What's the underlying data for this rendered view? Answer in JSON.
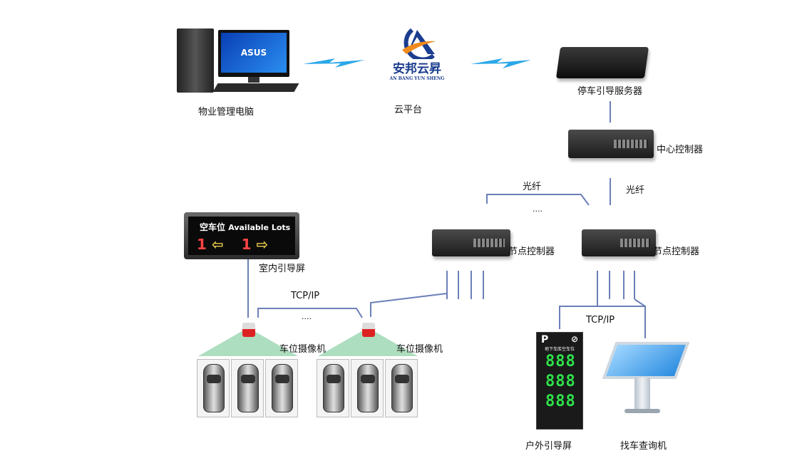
{
  "nodes": {
    "pc": "物业管理电脑",
    "cloud": "云平台",
    "server": "停车引导服务器",
    "center_controller": "中心控制器",
    "node_controller_left": "节点控制器",
    "node_controller_right": "节点控制器",
    "indoor_screen": "室内引导屏",
    "camera_left": "车位摄像机",
    "camera_right": "车位摄像机",
    "outdoor_screen": "户外引导屏",
    "kiosk": "找车查询机"
  },
  "links": {
    "fiber_top": "光纤",
    "fiber_right": "光纤",
    "ellipsis_fiber": "....",
    "tcpip_left": "TCP/IP",
    "ellipsis_cameras": "....",
    "tcpip_right": "TCP/IP"
  },
  "logo": {
    "name_cn": "安邦云昇",
    "name_en": "AN BANG YUN SHENG"
  },
  "pc_brand": "ASUS",
  "indoor_screen_display": {
    "title_cn": "空车位",
    "title_en": "Available Lots",
    "count_left": "1",
    "count_right": "1"
  },
  "outdoor_screen_display": {
    "header": "地下车库空车位",
    "digits": [
      "888",
      "888",
      "888"
    ]
  },
  "colors": {
    "line": "#6b7fb8",
    "lightning": "#2aa7e8",
    "logo_blue": "#1b3d8f",
    "logo_orange": "#f08a1c",
    "led_green": "#2ee04a"
  }
}
